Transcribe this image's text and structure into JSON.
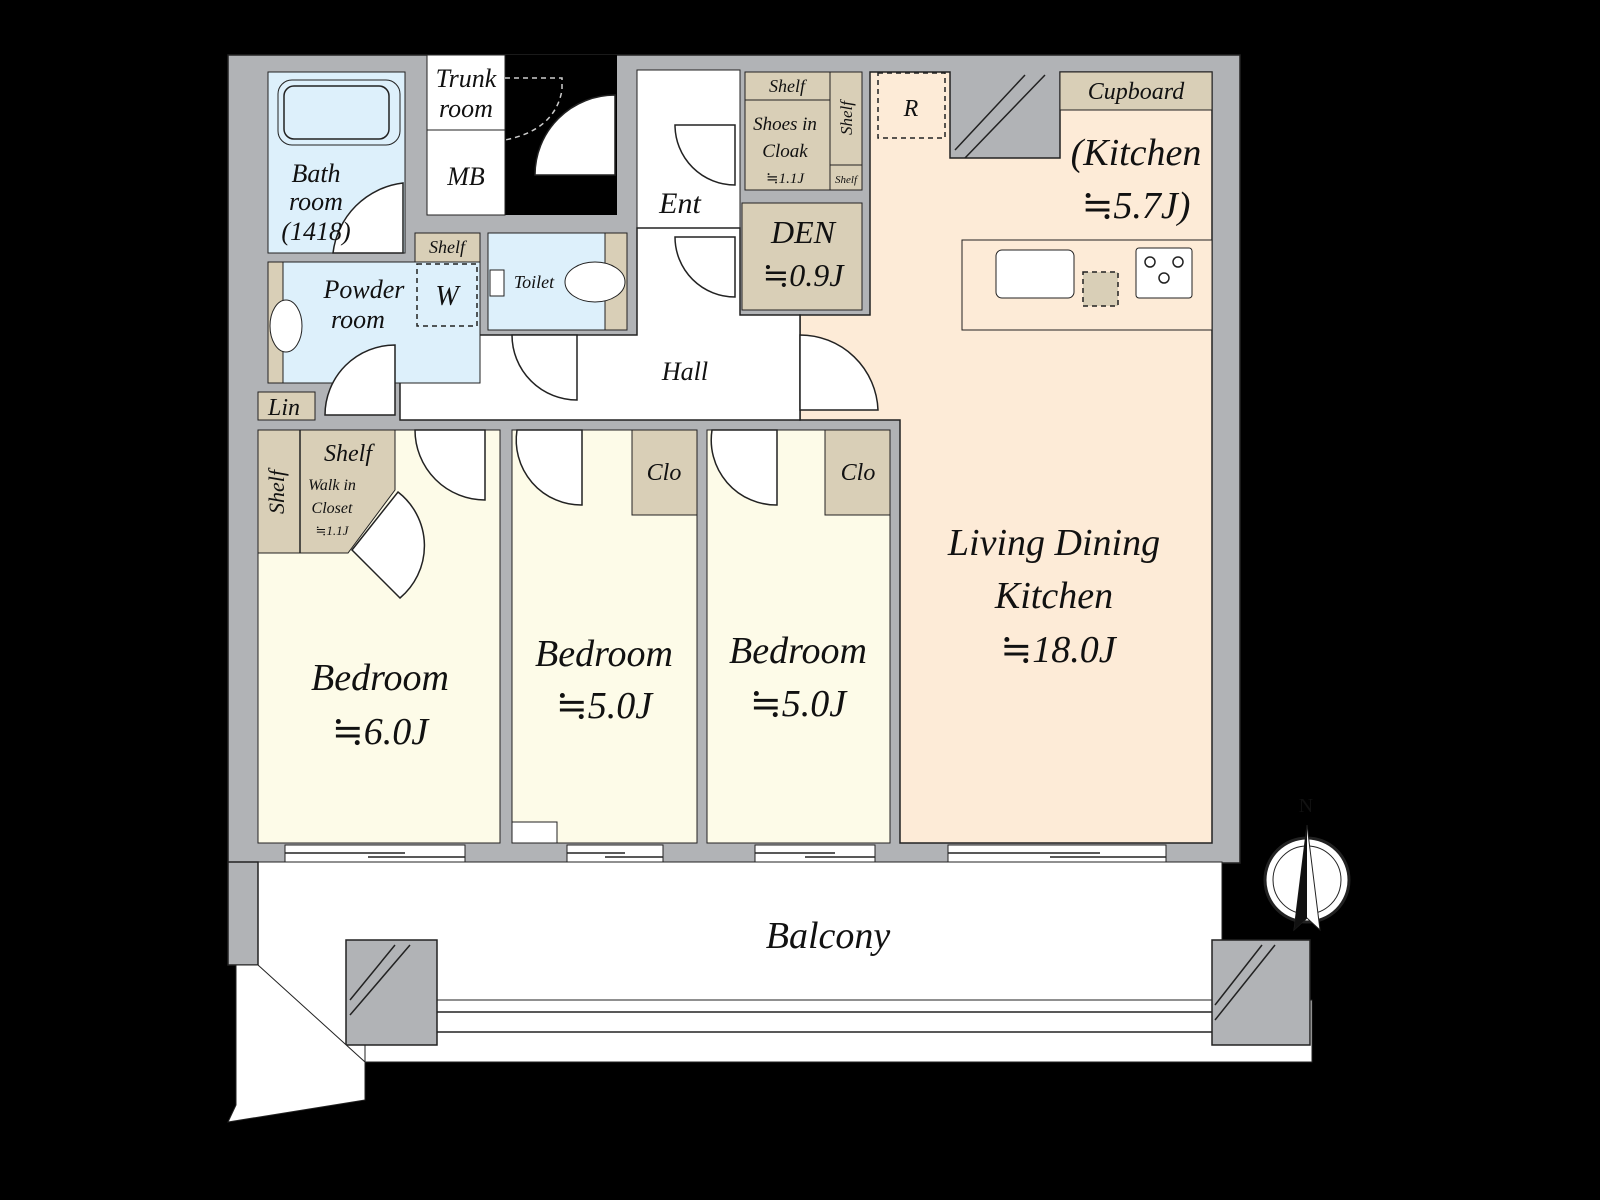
{
  "colors": {
    "wall": "#b1b3b6",
    "wet": "#ddf0fb",
    "storage": "#d9cfb7",
    "bedroom": "#fdfbe8",
    "ldk": "#fdebd7",
    "balcony": "#ffffff"
  },
  "rooms": {
    "trunk_room": [
      "Trunk",
      "room"
    ],
    "mb": "MB",
    "bath": [
      "Bath",
      "room",
      "(1418)"
    ],
    "powder": [
      "Powder",
      "room"
    ],
    "w": "W",
    "shelf": "Shelf",
    "toilet": "Toilet",
    "lin": "Lin",
    "ent": "Ent",
    "shoes_cloak": [
      "Shoes in",
      "Cloak",
      "≒1.1J"
    ],
    "den": [
      "DEN",
      "≒0.9J"
    ],
    "r": "R",
    "cupboard": "Cupboard",
    "kitchen": [
      "(Kitchen",
      "≒5.7J)"
    ],
    "hall": "Hall",
    "walk_in_closet": [
      "Walk in",
      "Closet",
      "≒1.1J"
    ],
    "clo": "Clo",
    "bedroom1": [
      "Bedroom",
      "≒6.0J"
    ],
    "bedroom2": [
      "Bedroom",
      "≒5.0J"
    ],
    "bedroom3": [
      "Bedroom",
      "≒5.0J"
    ],
    "ldk": [
      "Living Dining",
      "Kitchen",
      "≒18.0J"
    ],
    "balcony": "Balcony"
  },
  "compass": {
    "north": "N"
  }
}
